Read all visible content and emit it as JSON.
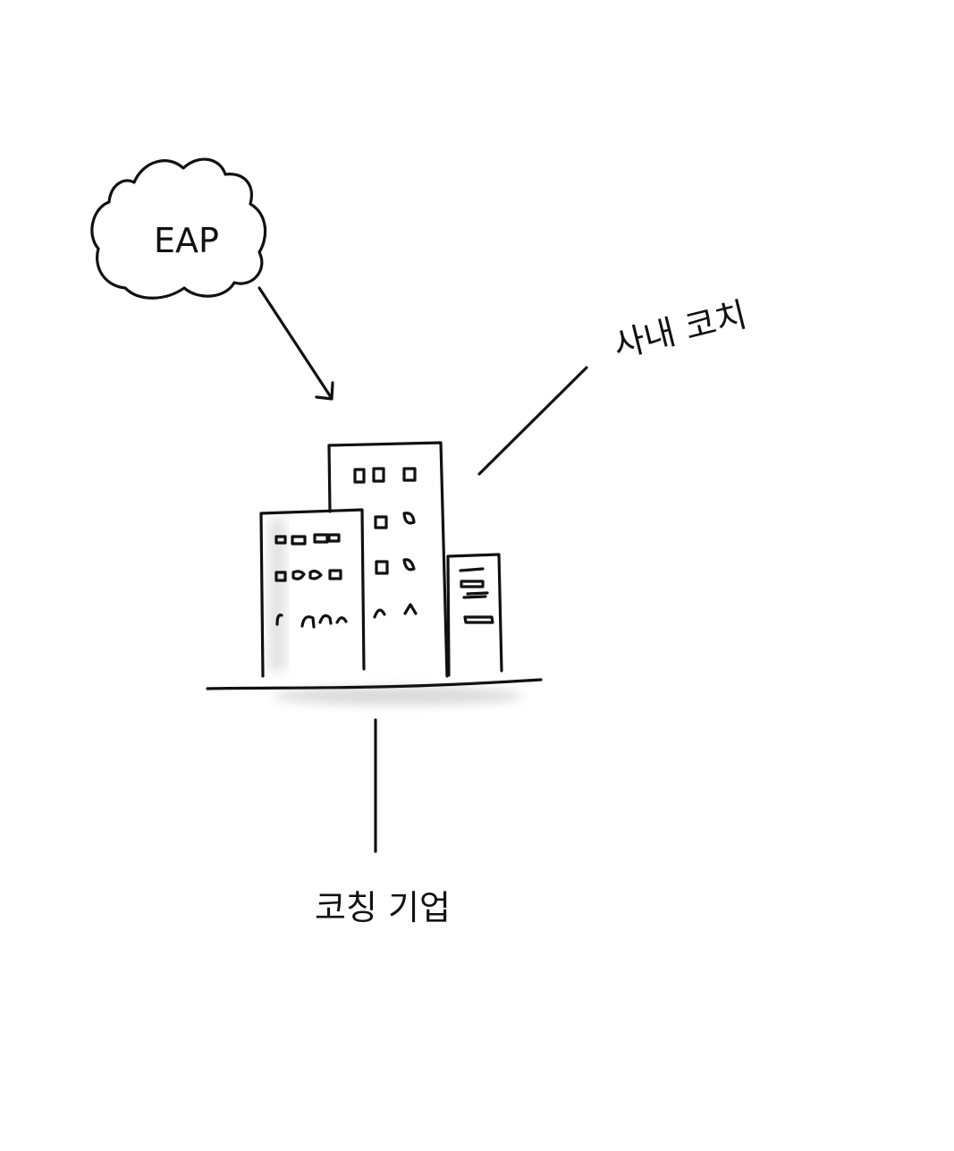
{
  "diagram": {
    "cloud_label": "EAP",
    "inhouse_label": "사내 코치",
    "company_label": "코칭 기업",
    "ink_color": "#111111",
    "shadow_color": "#d9d9d9"
  }
}
